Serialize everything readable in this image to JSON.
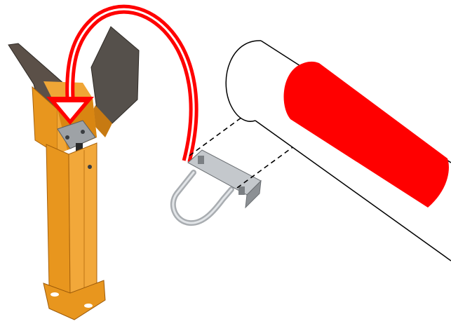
{
  "colors": {
    "background": "#ffffff",
    "post_orange": "#e8961e",
    "post_orange_dark": "#b86e10",
    "post_orange_light": "#f4b24a",
    "rubber_pad": "#4a4540",
    "arrow_red": "#ff0000",
    "boom_red": "#ff0000",
    "outline": "#000000",
    "bracket_steel": "#b8bcc0"
  },
  "icons": {
    "arrow": "curved-arrow-down-icon",
    "post": "boom-rest-post",
    "bracket": "u-bolt-bracket",
    "boom": "barrier-boom-arm"
  }
}
